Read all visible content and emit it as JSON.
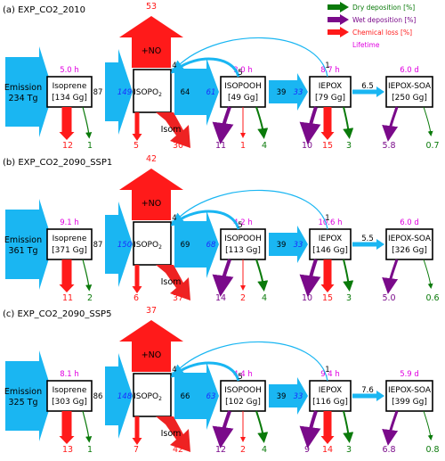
{
  "legend": {
    "dry": {
      "label": "Dry deposition [%]",
      "color": "#0a7a0a"
    },
    "wet": {
      "label": "Wet deposition [%]",
      "color": "#7a0a8a"
    },
    "chem": {
      "label": "Chemical loss [%]",
      "color": "#ff1a1a"
    },
    "life": {
      "label": "Lifetime",
      "color": "#e000e0"
    }
  },
  "colors": {
    "flow": "#1ab6f2",
    "dry": "#0a7a0a",
    "wet": "#7a0a8a",
    "chem": "#ff1a1a",
    "isom": "#ee2222"
  },
  "labels": {
    "nox": "+NO",
    "isom": "Isom",
    "emission": "Emission",
    "isopo2": "ISOPO",
    "isopo2_sub": "2"
  },
  "panels": [
    {
      "title": "(a) EXP_CO2_2010",
      "emission": "234 Tg",
      "isoprene": {
        "name": "Isoprene",
        "burden": "[134 Gg]",
        "lifetime": "5.0 h"
      },
      "isopooh": {
        "name": "ISOPOOH",
        "burden": "[49 Gg]",
        "lifetime": "3.0 h"
      },
      "iepox": {
        "name": "IEPOX",
        "burden": "[79 Gg]",
        "lifetime": "8.7 h"
      },
      "soa": {
        "name": "IEPOX-SOA",
        "burden": "[250 Gg]",
        "lifetime": "6.0 d"
      },
      "flows": {
        "iso_in": "87",
        "isopo2_in": "149",
        "isopo2_out": "64",
        "isopooh_in": "61",
        "isopooh_out": "39",
        "iepox_in": "33",
        "iepox_out": "6.5"
      },
      "no": "53",
      "arc4": "4",
      "arc5": "5",
      "arc1": "1",
      "losses": {
        "iso_chem": "12",
        "iso_dry": "1",
        "isopo2_chem": "5",
        "isom": "30",
        "isopooh_wet": "11",
        "isopooh_chem": "1",
        "isopooh_dry": "4",
        "iepox_wet": "10",
        "iepox_chem": "15",
        "iepox_dry": "3",
        "soa_wet": "5.8",
        "soa_dry": "0.7"
      }
    },
    {
      "title": "(b) EXP_CO2_2090_SSP1",
      "emission": "361 Tg",
      "isoprene": {
        "name": "Isoprene",
        "burden": "[371 Gg]",
        "lifetime": "9.1 h"
      },
      "isopooh": {
        "name": "ISOPOOH",
        "burden": "[113 Gg]",
        "lifetime": "4.2 h"
      },
      "iepox": {
        "name": "IEPOX",
        "burden": "[146 Gg]",
        "lifetime": "10.6 h"
      },
      "soa": {
        "name": "IEPOX-SOA",
        "burden": "[326 Gg]",
        "lifetime": "6.0 d"
      },
      "flows": {
        "iso_in": "87",
        "isopo2_in": "150",
        "isopo2_out": "69",
        "isopooh_in": "68",
        "isopooh_out": "39",
        "iepox_in": "33",
        "iepox_out": "5.5"
      },
      "no": "42",
      "arc4": "4",
      "arc5": "5",
      "arc1": "1",
      "losses": {
        "iso_chem": "11",
        "iso_dry": "2",
        "isopo2_chem": "6",
        "isom": "37",
        "isopooh_wet": "14",
        "isopooh_chem": "2",
        "isopooh_dry": "4",
        "iepox_wet": "10",
        "iepox_chem": "15",
        "iepox_dry": "3",
        "soa_wet": "5.0",
        "soa_dry": "0.6"
      }
    },
    {
      "title": "(c) EXP_CO2_2090_SSP5",
      "emission": "325 Tg",
      "isoprene": {
        "name": "Isoprene",
        "burden": "[303 Gg]",
        "lifetime": "8.1 h"
      },
      "isopooh": {
        "name": "ISOPOOH",
        "burden": "[102 Gg]",
        "lifetime": "4.4 h"
      },
      "iepox": {
        "name": "IEPOX",
        "burden": "[116 Gg]",
        "lifetime": "9.4 h"
      },
      "soa": {
        "name": "IEPOX-SOA",
        "burden": "[399 Gg]",
        "lifetime": "5.9 d"
      },
      "flows": {
        "iso_in": "86",
        "isopo2_in": "148",
        "isopo2_out": "66",
        "isopooh_in": "63",
        "isopooh_out": "39",
        "iepox_in": "33",
        "iepox_out": "7.6"
      },
      "no": "37",
      "arc4": "4",
      "arc5": "5",
      "arc1": "1",
      "losses": {
        "iso_chem": "13",
        "iso_dry": "1",
        "isopo2_chem": "7",
        "isom": "42",
        "isopooh_wet": "12",
        "isopooh_chem": "2",
        "isopooh_dry": "4",
        "iepox_wet": "9",
        "iepox_chem": "14",
        "iepox_dry": "3",
        "soa_wet": "6.8",
        "soa_dry": "0.8"
      }
    }
  ]
}
